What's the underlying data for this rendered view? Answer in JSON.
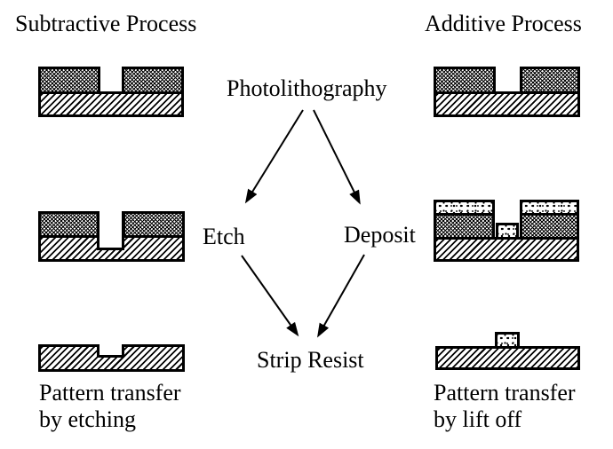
{
  "page": {
    "background_color": "#ffffff",
    "ink_color": "#000000"
  },
  "diagram": {
    "titles": {
      "left": "Subtractive Process",
      "right": "Additive Process"
    },
    "flow": {
      "root": "Photolithography",
      "left_step": "Etch",
      "right_step": "Deposit",
      "final_step": "Strip Resist"
    },
    "captions": {
      "left": [
        "Pattern transfer",
        "by etching"
      ],
      "right": [
        "Pattern transfer",
        "by lift off"
      ]
    },
    "patterns": {
      "resist": "diamond-crosshatch",
      "substrate": "diagonal-hatch",
      "deposit": "stipple-dots"
    }
  }
}
